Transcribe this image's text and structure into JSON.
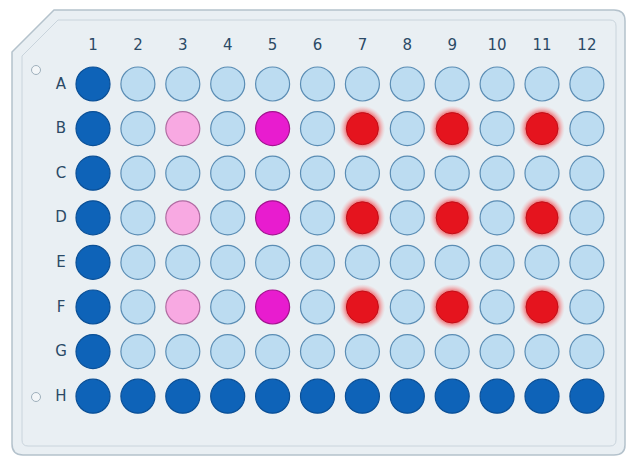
{
  "diagram": {
    "labels": [
      "1",
      "2",
      "3",
      "4",
      "5",
      "6",
      "7",
      "8",
      "9",
      "10",
      "11",
      "12",
      "A",
      "B",
      "C",
      "D",
      "E",
      "F",
      "G",
      "H"
    ]
  }
}
